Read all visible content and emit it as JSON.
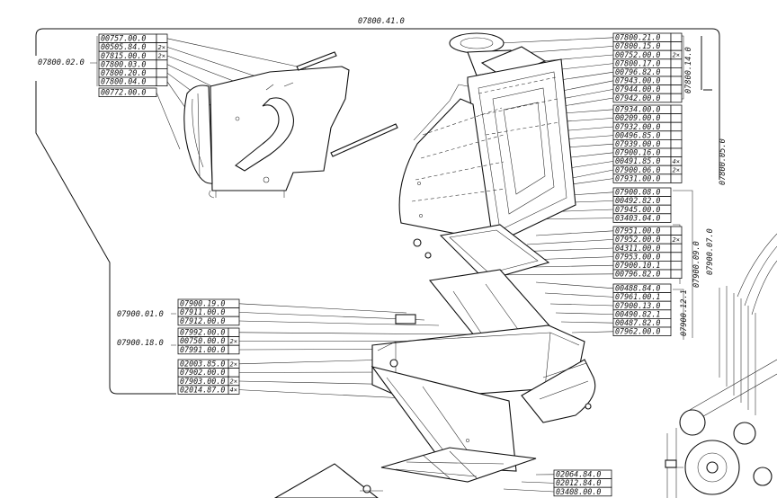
{
  "diagram": {
    "assembly_number": "07800.41.0",
    "group_labels": {
      "g1": "07800.02.0",
      "g2": "07800.14.0",
      "g3": "07800.05.0",
      "g4": "07900.07.0",
      "g5": "07900.09.0",
      "g6": "07900.12.1",
      "g7": "07900.01.0",
      "g8": "07900.18.0"
    },
    "label_groups": [
      {
        "parts": [
          {
            "no": "00757.00.0",
            "qty": ""
          },
          {
            "no": "00505.84.0",
            "qty": "2×"
          },
          {
            "no": "07815.00.0",
            "qty": "2×"
          },
          {
            "no": "07800.03.0",
            "qty": ""
          },
          {
            "no": "07800.20.0",
            "qty": ""
          },
          {
            "no": "07800.04.0",
            "qty": ""
          }
        ]
      },
      {
        "parts": [
          {
            "no": "00772.00.0",
            "qty": ""
          }
        ]
      },
      {
        "parts": [
          {
            "no": "07800.21.0",
            "qty": ""
          },
          {
            "no": "07800.15.0",
            "qty": ""
          },
          {
            "no": "00752.00.0",
            "qty": "2×"
          },
          {
            "no": "07800.17.0",
            "qty": ""
          },
          {
            "no": "00796.82.0",
            "qty": ""
          },
          {
            "no": "07943.00.0",
            "qty": ""
          },
          {
            "no": "07944.00.0",
            "qty": ""
          },
          {
            "no": "07942.00.0",
            "qty": ""
          }
        ]
      },
      {
        "parts": [
          {
            "no": "07934.00.0",
            "qty": ""
          },
          {
            "no": "00209.00.0",
            "qty": ""
          },
          {
            "no": "07932.00.0",
            "qty": ""
          },
          {
            "no": "00496.85.0",
            "qty": ""
          },
          {
            "no": "07939.00.0",
            "qty": ""
          },
          {
            "no": "07900.16.0",
            "qty": ""
          },
          {
            "no": "00491.85.0",
            "qty": "4×"
          },
          {
            "no": "07900.06.0",
            "qty": "2×"
          },
          {
            "no": "07931.00.0",
            "qty": ""
          }
        ]
      },
      {
        "parts": [
          {
            "no": "07900.08.0",
            "qty": ""
          },
          {
            "no": "00492.82.0",
            "qty": ""
          },
          {
            "no": "07945.00.0",
            "qty": ""
          },
          {
            "no": "03403.04.0",
            "qty": ""
          }
        ]
      },
      {
        "parts": [
          {
            "no": "07951.00.0",
            "qty": ""
          },
          {
            "no": "07952.00.0",
            "qty": "2×"
          },
          {
            "no": "04311.00.0",
            "qty": ""
          },
          {
            "no": "07953.00.0",
            "qty": ""
          },
          {
            "no": "07900.10.1",
            "qty": ""
          },
          {
            "no": "00796.82.0",
            "qty": ""
          }
        ]
      },
      {
        "parts": [
          {
            "no": "00488.84.0",
            "qty": ""
          },
          {
            "no": "07961.00.1",
            "qty": ""
          },
          {
            "no": "07900.13.0",
            "qty": ""
          },
          {
            "no": "00490.82.1",
            "qty": ""
          },
          {
            "no": "00487.82.0",
            "qty": ""
          },
          {
            "no": "07962.00.0",
            "qty": ""
          }
        ]
      },
      {
        "parts": [
          {
            "no": "07900.19.0",
            "qty": ""
          },
          {
            "no": "07911.00.0",
            "qty": ""
          },
          {
            "no": "07912.00.0",
            "qty": ""
          }
        ]
      },
      {
        "parts": [
          {
            "no": "07992.00.0",
            "qty": ""
          },
          {
            "no": "00750.00.0",
            "qty": "2×"
          },
          {
            "no": "07991.00.0",
            "qty": ""
          }
        ]
      },
      {
        "parts": [
          {
            "no": "02003.85.0",
            "qty": "2×"
          },
          {
            "no": "07902.00.0",
            "qty": ""
          },
          {
            "no": "07903.00.0",
            "qty": "2×"
          },
          {
            "no": "02014.87.0",
            "qty": "4×"
          }
        ]
      },
      {
        "parts": [
          {
            "no": "02064.84.0",
            "qty": ""
          },
          {
            "no": "02012.84.0",
            "qty": ""
          },
          {
            "no": "03408.00.0",
            "qty": ""
          }
        ]
      }
    ]
  }
}
